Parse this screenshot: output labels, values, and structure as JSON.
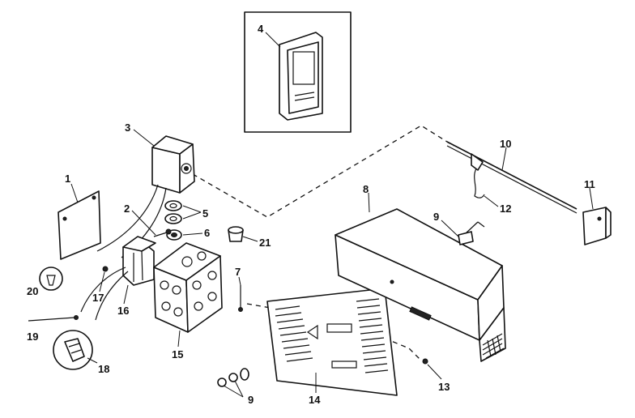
{
  "callouts": {
    "c1": "1",
    "c2": "2",
    "c3": "3",
    "c4": "4",
    "c5": "5",
    "c6": "6",
    "c7": "7",
    "c8": "8",
    "c9a": "9",
    "c9b": "9",
    "c10": "10",
    "c11": "11",
    "c12": "12",
    "c13": "13",
    "c14": "14",
    "c15": "15",
    "c16": "16",
    "c17": "17",
    "c18": "18",
    "c19": "19",
    "c20": "20",
    "c21": "21"
  },
  "colors": {
    "ink": "#111111",
    "paper": "#ffffff"
  }
}
